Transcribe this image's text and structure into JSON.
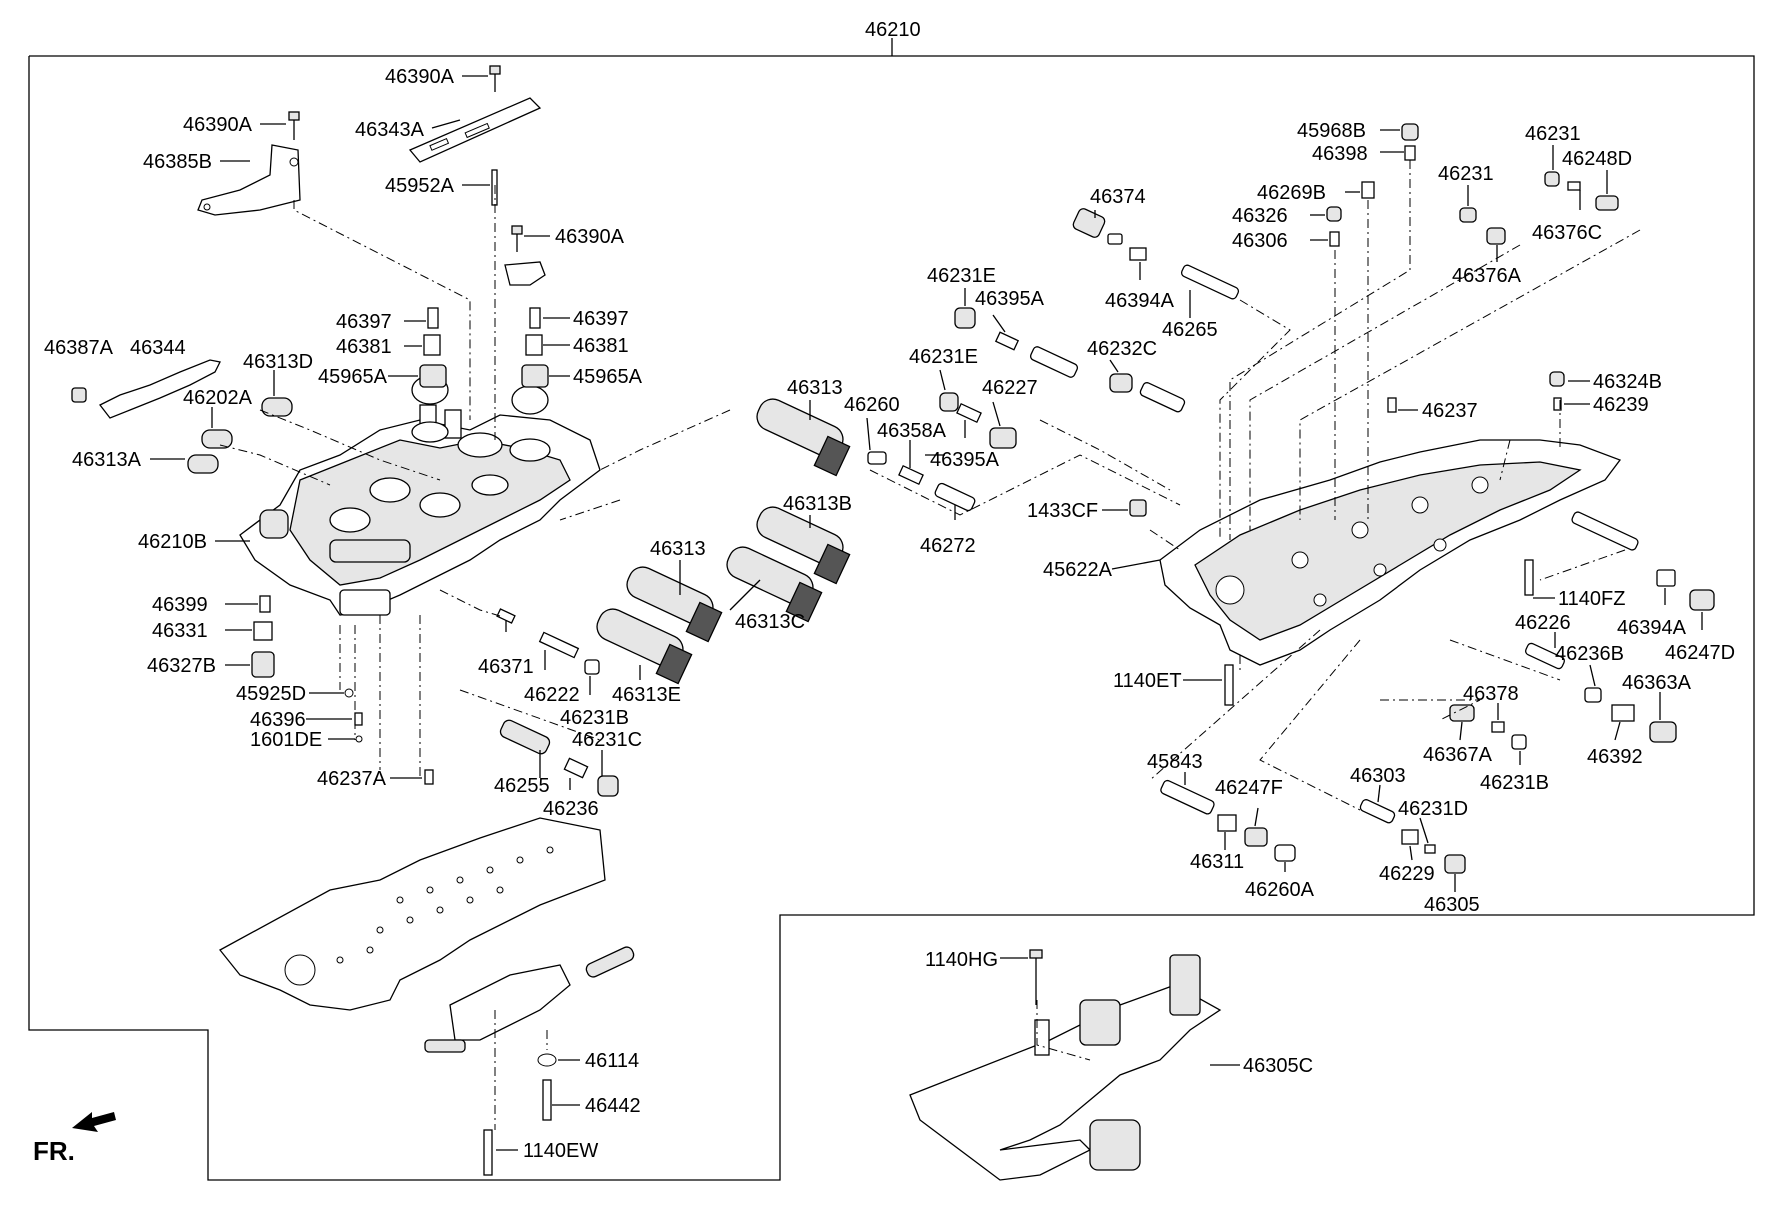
{
  "assembly_label": "46210",
  "direction_label": "FR.",
  "callouts": [
    {
      "id": "c46390A_1",
      "text": "46390A"
    },
    {
      "id": "c46390A_2",
      "text": "46390A"
    },
    {
      "id": "c46343A",
      "text": "46343A"
    },
    {
      "id": "c46385B",
      "text": "46385B"
    },
    {
      "id": "c45952A",
      "text": "45952A"
    },
    {
      "id": "c46390A_3",
      "text": "46390A"
    },
    {
      "id": "c46397_1",
      "text": "46397"
    },
    {
      "id": "c46381_1",
      "text": "46381"
    },
    {
      "id": "c45965A_1",
      "text": "45965A"
    },
    {
      "id": "c46397_2",
      "text": "46397"
    },
    {
      "id": "c46381_2",
      "text": "46381"
    },
    {
      "id": "c45965A_2",
      "text": "45965A"
    },
    {
      "id": "c46387A",
      "text": "46387A"
    },
    {
      "id": "c46344",
      "text": "46344"
    },
    {
      "id": "c46313D",
      "text": "46313D"
    },
    {
      "id": "c46202A",
      "text": "46202A"
    },
    {
      "id": "c46313A",
      "text": "46313A"
    },
    {
      "id": "c46210B",
      "text": "46210B"
    },
    {
      "id": "c46399",
      "text": "46399"
    },
    {
      "id": "c46331",
      "text": "46331"
    },
    {
      "id": "c46327B",
      "text": "46327B"
    },
    {
      "id": "c45925D",
      "text": "45925D"
    },
    {
      "id": "c46396",
      "text": "46396"
    },
    {
      "id": "c1601DE",
      "text": "1601DE"
    },
    {
      "id": "c46237A",
      "text": "46237A"
    },
    {
      "id": "c46371",
      "text": "46371"
    },
    {
      "id": "c46222",
      "text": "46222"
    },
    {
      "id": "c46231B_1",
      "text": "46231B"
    },
    {
      "id": "c46313E",
      "text": "46313E"
    },
    {
      "id": "c46313_1",
      "text": "46313"
    },
    {
      "id": "c46313C",
      "text": "46313C"
    },
    {
      "id": "c46313_2",
      "text": "46313"
    },
    {
      "id": "c46313B",
      "text": "46313B"
    },
    {
      "id": "c46255",
      "text": "46255"
    },
    {
      "id": "c46231C",
      "text": "46231C"
    },
    {
      "id": "c46236",
      "text": "46236"
    },
    {
      "id": "c46114",
      "text": "46114"
    },
    {
      "id": "c46442",
      "text": "46442"
    },
    {
      "id": "c1140EW",
      "text": "1140EW"
    },
    {
      "id": "c46260",
      "text": "46260"
    },
    {
      "id": "c46358A",
      "text": "46358A"
    },
    {
      "id": "c46395A_1",
      "text": "46395A"
    },
    {
      "id": "c46272",
      "text": "46272"
    },
    {
      "id": "c46231E_1",
      "text": "46231E"
    },
    {
      "id": "c46395A_2",
      "text": "46395A"
    },
    {
      "id": "c46231E_2",
      "text": "46231E"
    },
    {
      "id": "c46227",
      "text": "46227"
    },
    {
      "id": "c46374",
      "text": "46374"
    },
    {
      "id": "c46394A_1",
      "text": "46394A"
    },
    {
      "id": "c46265",
      "text": "46265"
    },
    {
      "id": "c46232C",
      "text": "46232C"
    },
    {
      "id": "c45968B",
      "text": "45968B"
    },
    {
      "id": "c46398",
      "text": "46398"
    },
    {
      "id": "c46269B",
      "text": "46269B"
    },
    {
      "id": "c46326",
      "text": "46326"
    },
    {
      "id": "c46306",
      "text": "46306"
    },
    {
      "id": "c46231_1",
      "text": "46231"
    },
    {
      "id": "c46376A",
      "text": "46376A"
    },
    {
      "id": "c46231_2",
      "text": "46231"
    },
    {
      "id": "c46248D",
      "text": "46248D"
    },
    {
      "id": "c46376C",
      "text": "46376C"
    },
    {
      "id": "c46324B",
      "text": "46324B"
    },
    {
      "id": "c46239",
      "text": "46239"
    },
    {
      "id": "c46237",
      "text": "46237"
    },
    {
      "id": "c1433CF",
      "text": "1433CF"
    },
    {
      "id": "c45622A",
      "text": "45622A"
    },
    {
      "id": "c1140ET",
      "text": "1140ET"
    },
    {
      "id": "c1140FZ",
      "text": "1140FZ"
    },
    {
      "id": "c46394A_2",
      "text": "46394A"
    },
    {
      "id": "c46247D",
      "text": "46247D"
    },
    {
      "id": "c46226",
      "text": "46226"
    },
    {
      "id": "c46236B",
      "text": "46236B"
    },
    {
      "id": "c46363A",
      "text": "46363A"
    },
    {
      "id": "c46392",
      "text": "46392"
    },
    {
      "id": "c46378",
      "text": "46378"
    },
    {
      "id": "c46367A",
      "text": "46367A"
    },
    {
      "id": "c46231B_2",
      "text": "46231B"
    },
    {
      "id": "c45843",
      "text": "45843"
    },
    {
      "id": "c46247F",
      "text": "46247F"
    },
    {
      "id": "c46311",
      "text": "46311"
    },
    {
      "id": "c46260A",
      "text": "46260A"
    },
    {
      "id": "c46303",
      "text": "46303"
    },
    {
      "id": "c46231D",
      "text": "46231D"
    },
    {
      "id": "c46229",
      "text": "46229"
    },
    {
      "id": "c46305",
      "text": "46305"
    },
    {
      "id": "c1140HG",
      "text": "1140HG"
    },
    {
      "id": "c46305C",
      "text": "46305C"
    }
  ]
}
